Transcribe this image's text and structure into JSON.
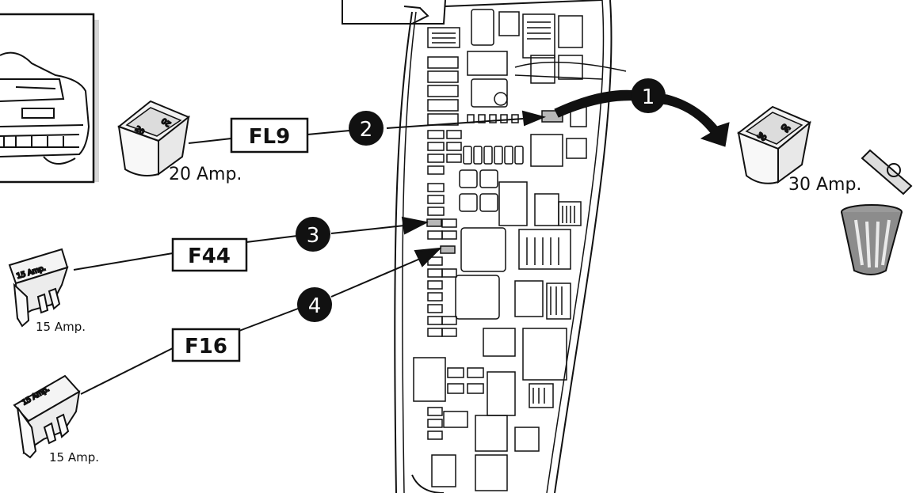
{
  "callouts": {
    "fl9": "FL9",
    "f44": "F44",
    "f16": "F16"
  },
  "steps": {
    "one": "1",
    "two": "2",
    "three": "3",
    "four": "4"
  },
  "fuses": {
    "fl9_rating": "20 Amp.",
    "fl9_face": "20",
    "f44_rating": "15 Amp.",
    "f44_face": "15 Amp.",
    "f16_rating": "15 Amp.",
    "f16_face": "15 Amp.",
    "removed_rating": "30 Amp.",
    "removed_face": "30"
  },
  "colors": {
    "ink": "#111111",
    "highlight_fuse": "#b8b8b8",
    "cartridge_body": "#f2f2f2"
  }
}
